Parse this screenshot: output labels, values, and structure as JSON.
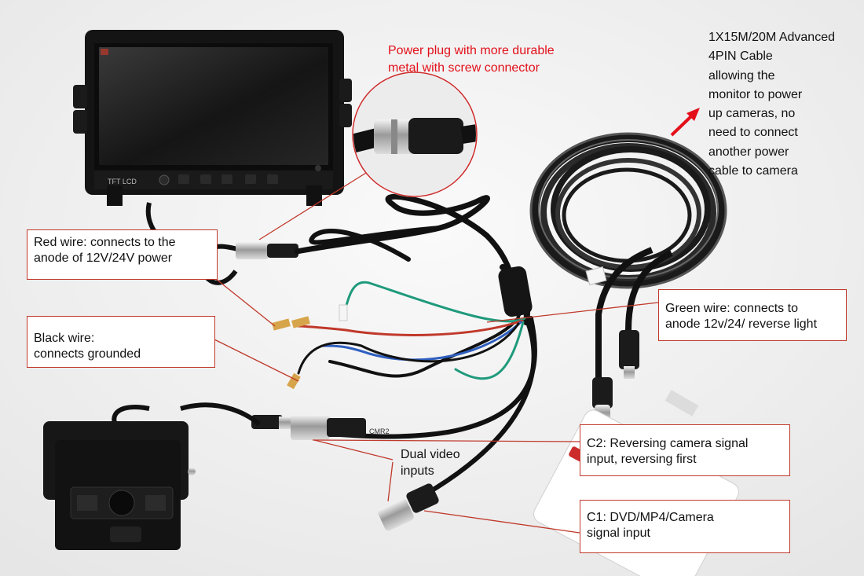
{
  "photo": {
    "monitor_screen_label": "TFT LCD",
    "cable_tag_label": "CMR2"
  },
  "annotations": {
    "power_plug": [
      "Power plug with more durable",
      "metal with screw connector"
    ],
    "cable": [
      "1X15M/20M Advanced",
      "4PIN Cable",
      "allowing the",
      "monitor to power",
      "up cameras, no",
      "need to connect",
      "another power",
      "cable to camera"
    ],
    "red_wire": [
      "Red wire: connects to the",
      "anode of 12V/24V power"
    ],
    "black_wire": [
      "Black wire:",
      "connects grounded"
    ],
    "green_wire": [
      "Green wire: connects to",
      "anode 12v/24/ reverse light"
    ],
    "dual_video": [
      "Dual video",
      "inputs"
    ],
    "c2": [
      "C2: Reversing camera signal",
      "input, reversing first"
    ],
    "c1": [
      "C1: DVD/MP4/Camera",
      "signal input"
    ]
  },
  "colors": {
    "annotation_red": "#e3101a",
    "callout_border": "#c0392b",
    "background": "#f2f2f2"
  }
}
